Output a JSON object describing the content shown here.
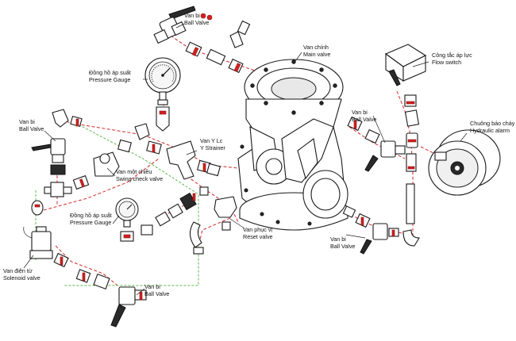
{
  "labels": {
    "ball_valve_top": {
      "vi": "Van bi",
      "en": "Ball Valve"
    },
    "main_valve": {
      "vi": "Van chính",
      "en": "Main valve"
    },
    "flow_switch": {
      "vi": "Công tắc áp lực",
      "en": "Flow switch"
    },
    "pressure_gauge_top": {
      "vi": "Đồng hồ áp suất",
      "en": "Pressure Gauge"
    },
    "ball_valve_left": {
      "vi": "Van bi",
      "en": "Ball Valve"
    },
    "y_strainer": {
      "vi": "Van Y Lc",
      "en": "Y Strainer"
    },
    "ball_valve_right": {
      "vi": "Van bi",
      "en": "Ball Valve"
    },
    "hydraulic_alarm": {
      "vi": "Chuông báo cháy",
      "en": "Hydraulic alarm"
    },
    "swing_check_valve": {
      "vi": "Van một chiều",
      "en": "Swing check valve"
    },
    "pressure_gauge_mid": {
      "vi": "Đồng hồ áp suất",
      "en": "Pressure Gauge"
    },
    "reset_valve": {
      "vi": "Van phục vị",
      "en": "Reset valve"
    },
    "ball_valve_lower_right": {
      "vi": "Van bi",
      "en": "Ball Valve"
    },
    "solenoid_valve": {
      "vi": "Van điện từ",
      "en": "Solenoid valve"
    },
    "ball_valve_bottom": {
      "vi": "Van bi",
      "en": "Ball Valve"
    }
  },
  "colors": {
    "red_dashed_pipe": "#d42a2a",
    "green_dashed_pipe": "#5fb84a",
    "part_outline": "#1a1a1a",
    "valve_handle": "#2a2a2a",
    "fitting_marker": "#d32020"
  },
  "icons": [
    "ball-valve-icon",
    "pressure-gauge-icon",
    "main-valve-icon",
    "flow-switch-icon",
    "hydraulic-alarm-icon",
    "y-strainer-icon",
    "swing-check-valve-icon",
    "solenoid-valve-icon",
    "reset-valve-icon"
  ]
}
